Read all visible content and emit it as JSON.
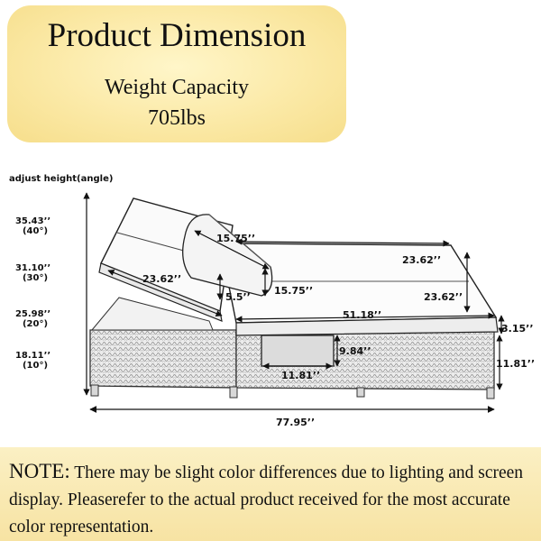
{
  "header": {
    "title": "Product Dimension",
    "weight_label": "Weight Capacity",
    "weight_value": "705lbs"
  },
  "adjust": {
    "title": "adjust height(angle)",
    "rows": [
      {
        "height": "35.43’’",
        "angle": "(40°)"
      },
      {
        "height": "31.10’’",
        "angle": "(30°)"
      },
      {
        "height": "25.98’’",
        "angle": "(20°)"
      },
      {
        "height": "18.11’’",
        "angle": "(10°)"
      }
    ]
  },
  "dimensions": {
    "pillow_width": "15.75’’",
    "seat_width_top": "23.62’’",
    "back_length": "23.62’’",
    "pillow_height": "5.5’’",
    "pillow_length": "15.75’’",
    "seat_width_side": "23.62’’",
    "seat_length": "51.18’’",
    "cushion_thickness": "3.15’’",
    "handle_height": "9.84’’",
    "handle_width": "11.81’’",
    "frame_height": "11.81’’",
    "total_length": "77.95’’"
  },
  "note": {
    "lead": "NOTE:",
    "text": " There may be slight color differences due to lighting and screen display. Pleaserefer to the actual product received for the most accurate color representation."
  },
  "colors": {
    "header_bg": "#fbe9a6",
    "note_bg": "#f8e6ad",
    "ink": "#111111"
  }
}
